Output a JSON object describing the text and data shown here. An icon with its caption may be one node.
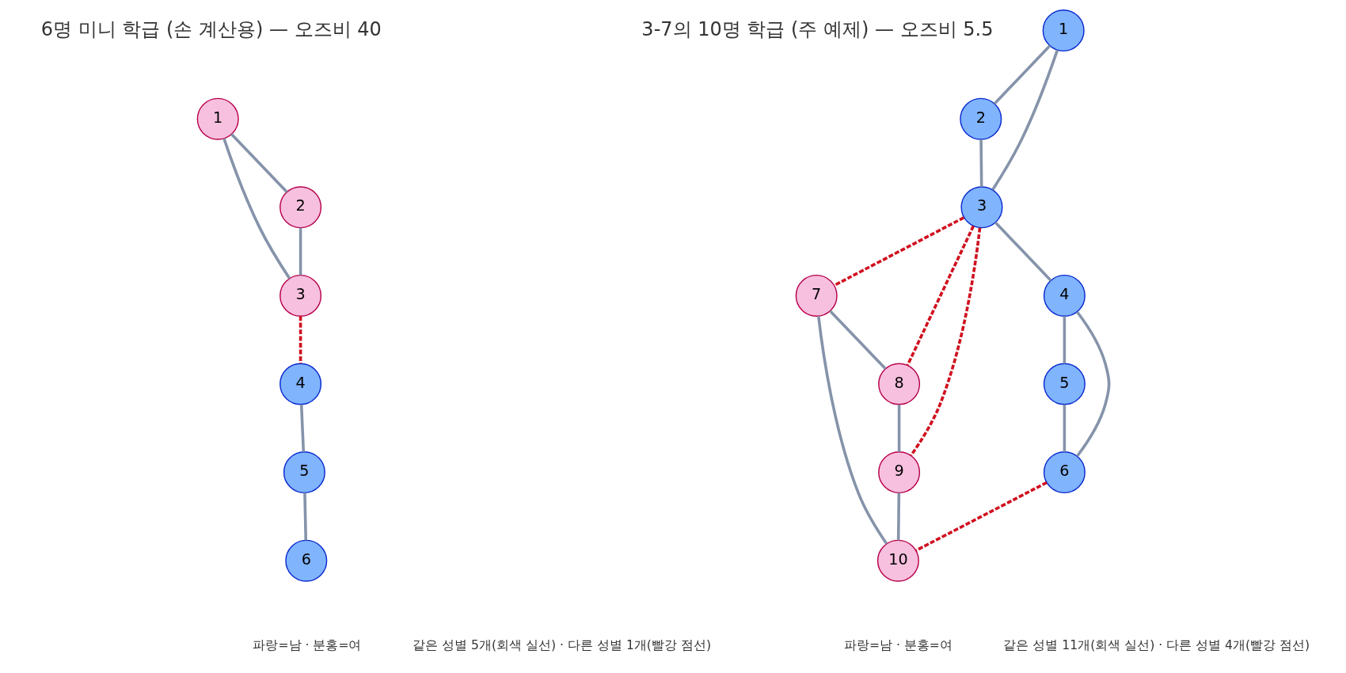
{
  "diagram": {
    "nodes": [
      {
        "text": [
          "1"
        ]
      },
      {
        "text": [
          "2"
        ]
      },
      {
        "text": [
          "3"
        ]
      },
      {
        "text": [
          "4"
        ]
      },
      {
        "text": [
          "5"
        ]
      },
      {
        "text": [
          "6"
        ]
      },
      {
        "text": [
          "1"
        ]
      },
      {
        "text": [
          "2"
        ]
      },
      {
        "text": [
          "3"
        ]
      },
      {
        "text": [
          "4"
        ]
      },
      {
        "text": [
          "5"
        ]
      },
      {
        "text": [
          "6"
        ]
      },
      {
        "text": [
          "7"
        ]
      },
      {
        "text": [
          "8"
        ]
      },
      {
        "text": [
          "9"
        ]
      },
      {
        "text": [
          "10"
        ]
      }
    ],
    "edges": [
      {
        "from": 0,
        "to": 2,
        "arrow": "none"
      },
      {
        "from": 0,
        "to": 1,
        "arrow": "none"
      },
      {
        "from": 1,
        "to": 2,
        "arrow": "none"
      },
      {
        "from": 2,
        "to": 3,
        "arrow": "none",
        "style": "dashed",
        "color": "#d0101f"
      },
      {
        "from": 3,
        "to": 4,
        "arrow": "none"
      },
      {
        "from": 4,
        "to": 5,
        "arrow": "none"
      },
      {
        "from": 6,
        "to": 8,
        "arrow": "none"
      },
      {
        "from": 6,
        "to": 7,
        "arrow": "none"
      },
      {
        "from": 7,
        "to": 8,
        "arrow": "none"
      },
      {
        "from": 8,
        "to": 9,
        "arrow": "none"
      },
      {
        "from": 9,
        "to": 10,
        "arrow": "none"
      },
      {
        "from": 9,
        "to": 11,
        "arrow": "none"
      },
      {
        "from": 10,
        "to": 11,
        "arrow": "none"
      },
      {
        "from": 12,
        "to": 13,
        "arrow": "none"
      },
      {
        "from": 13,
        "to": 14,
        "arrow": "none"
      },
      {
        "from": 14,
        "to": 15,
        "arrow": "none"
      },
      {
        "from": 12,
        "to": 15,
        "arrow": "none"
      },
      {
        "from": 8,
        "to": 12,
        "arrow": "none",
        "style": "dashed",
        "color": "#d0101f"
      },
      {
        "from": 8,
        "to": 13,
        "arrow": "none",
        "style": "dashed",
        "color": "#d0101f"
      },
      {
        "from": 8,
        "to": 14,
        "arrow": "none",
        "style": "dashed",
        "color": "#d0101f"
      },
      {
        "from": 11,
        "to": 15,
        "arrow": "none",
        "style": "dashed",
        "color": "#d0101f"
      }
    ],
    "labels": [
      "6명 미니 학급 (손 계산용) — 오즈비 40",
      "3-7의 10명 학급 (주 예제) — 오즈비 5.5",
      "파랑=남 · 분홍=여",
      "같은 성별 5개(회색 실선) · 다른 성별 1개(빨강 점선)",
      "파랑=남 · 분홍=여",
      "같은 성별 11개(회색 실선) · 다른 성별 4개(빨강 점선)"
    ]
  }
}
